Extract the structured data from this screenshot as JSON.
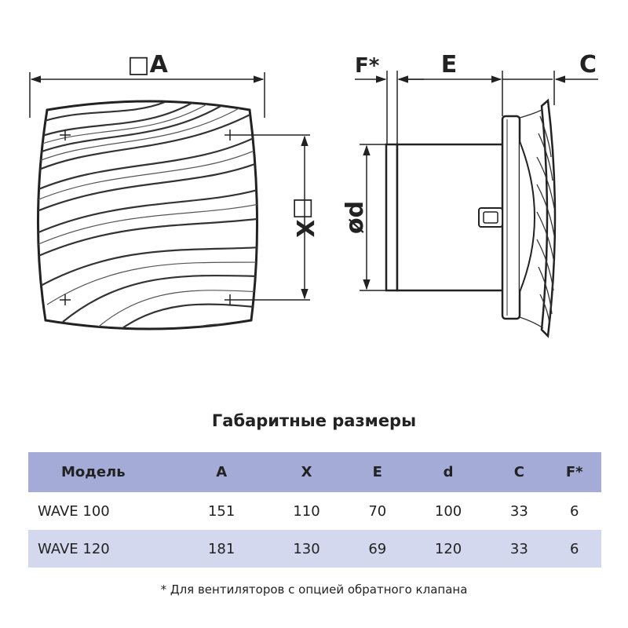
{
  "drawing": {
    "labels": {
      "A": "□A",
      "X": "□X",
      "d": "ød",
      "E": "E",
      "C": "C",
      "F": "F*"
    }
  },
  "table": {
    "title": "Габаритные размеры",
    "headers": [
      "Модель",
      "A",
      "X",
      "E",
      "d",
      "C",
      "F*"
    ],
    "rows": [
      [
        "WAVE 100",
        "151",
        "110",
        "70",
        "100",
        "33",
        "6"
      ],
      [
        "WAVE 120",
        "181",
        "130",
        "69",
        "120",
        "33",
        "6"
      ]
    ]
  },
  "footnote": "* Для вентиляторов с опцией обратного клапана",
  "colors": {
    "header_bg": "#a3abd6",
    "alt_row_bg": "#d4d8ee",
    "line": "#222222"
  }
}
